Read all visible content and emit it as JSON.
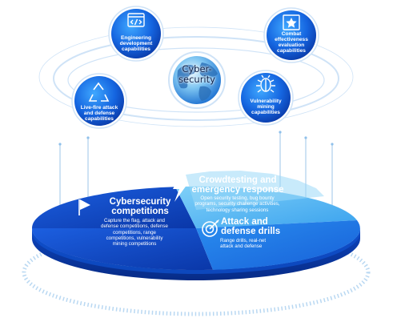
{
  "center": {
    "label_line1": "Cyber-",
    "label_line2": "security"
  },
  "capabilities": [
    {
      "line1": "Engineering",
      "line2": "development",
      "line3": "capabilities",
      "icon": "code-window-icon"
    },
    {
      "line1": "Combat",
      "line2": "effectiveness",
      "line3": "evaluation",
      "line4": "capabilities",
      "icon": "star-badge-icon"
    },
    {
      "line1": "Live-fire attack",
      "line2": "and defense",
      "line3": "capabilities",
      "icon": "recycle-arrows-icon"
    },
    {
      "line1": "Vulnerability",
      "line2": "mining",
      "line3": "capabilities",
      "icon": "bug-icon"
    }
  ],
  "segments": {
    "competitions": {
      "title_line1": "Cybersecurity",
      "title_line2": "competitions",
      "desc_line1": "Capture the flag, attack and",
      "desc_line2": "defense competitions, defense",
      "desc_line3": "competitions, range",
      "desc_line4": "competitions, vulnerability",
      "desc_line5": "mining competitions",
      "icon": "flag-icon"
    },
    "crowdtesting": {
      "title_line1": "Crowdtesting and",
      "title_line2": "emergency response",
      "desc_line1": "Open security testing, bug bounty",
      "desc_line2": "programs, security challenge activities,",
      "desc_line3": "technology sharing sessions",
      "icon": "lightning-icon"
    },
    "drills": {
      "title_line1": "Attack and",
      "title_line2": "defense drills",
      "desc_line1": "Range drills, real-net",
      "desc_line2": "attack and defense",
      "icon": "target-icon"
    }
  },
  "colors": {
    "deep_blue": "#0b3fb5",
    "mid_blue": "#1f6fe0",
    "light_blue": "#4bb4f2",
    "pale_blue": "#a9dbf7",
    "orbit": "#cfe3f7"
  }
}
